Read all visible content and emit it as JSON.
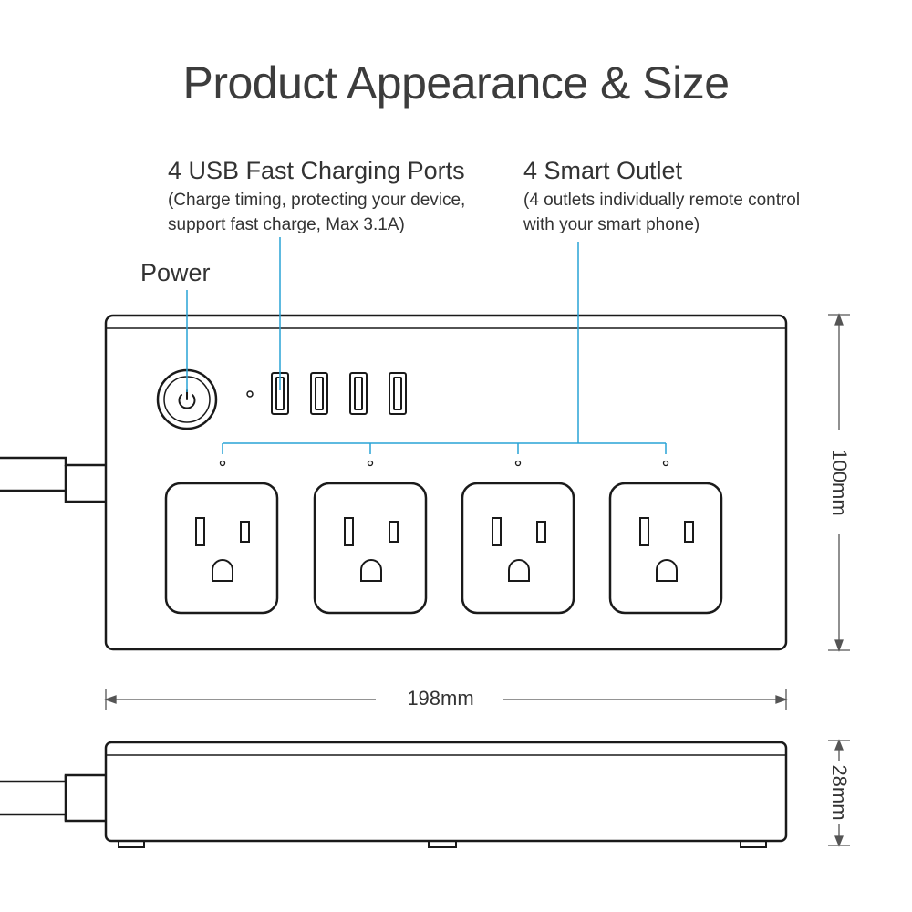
{
  "title": "Product Appearance & Size",
  "callouts": {
    "usb": {
      "heading": "4 USB Fast Charging Ports",
      "line1": "(Charge timing, protecting your device,",
      "line2": "support fast charge, Max 3.1A)"
    },
    "smart_outlet": {
      "heading": "4 Smart Outlet",
      "line1": "(4 outlets individually remote control",
      "line2": "with your smart phone)"
    },
    "power": {
      "heading": "Power"
    }
  },
  "dimensions": {
    "width": "198mm",
    "height": "100mm",
    "depth": "28mm"
  },
  "colors": {
    "outline": "#1a1a1a",
    "callout_line": "#29a3d6",
    "dimension_line": "#555555"
  },
  "icons": [
    "power-icon",
    "usb-port-icon",
    "outlet-icon"
  ]
}
